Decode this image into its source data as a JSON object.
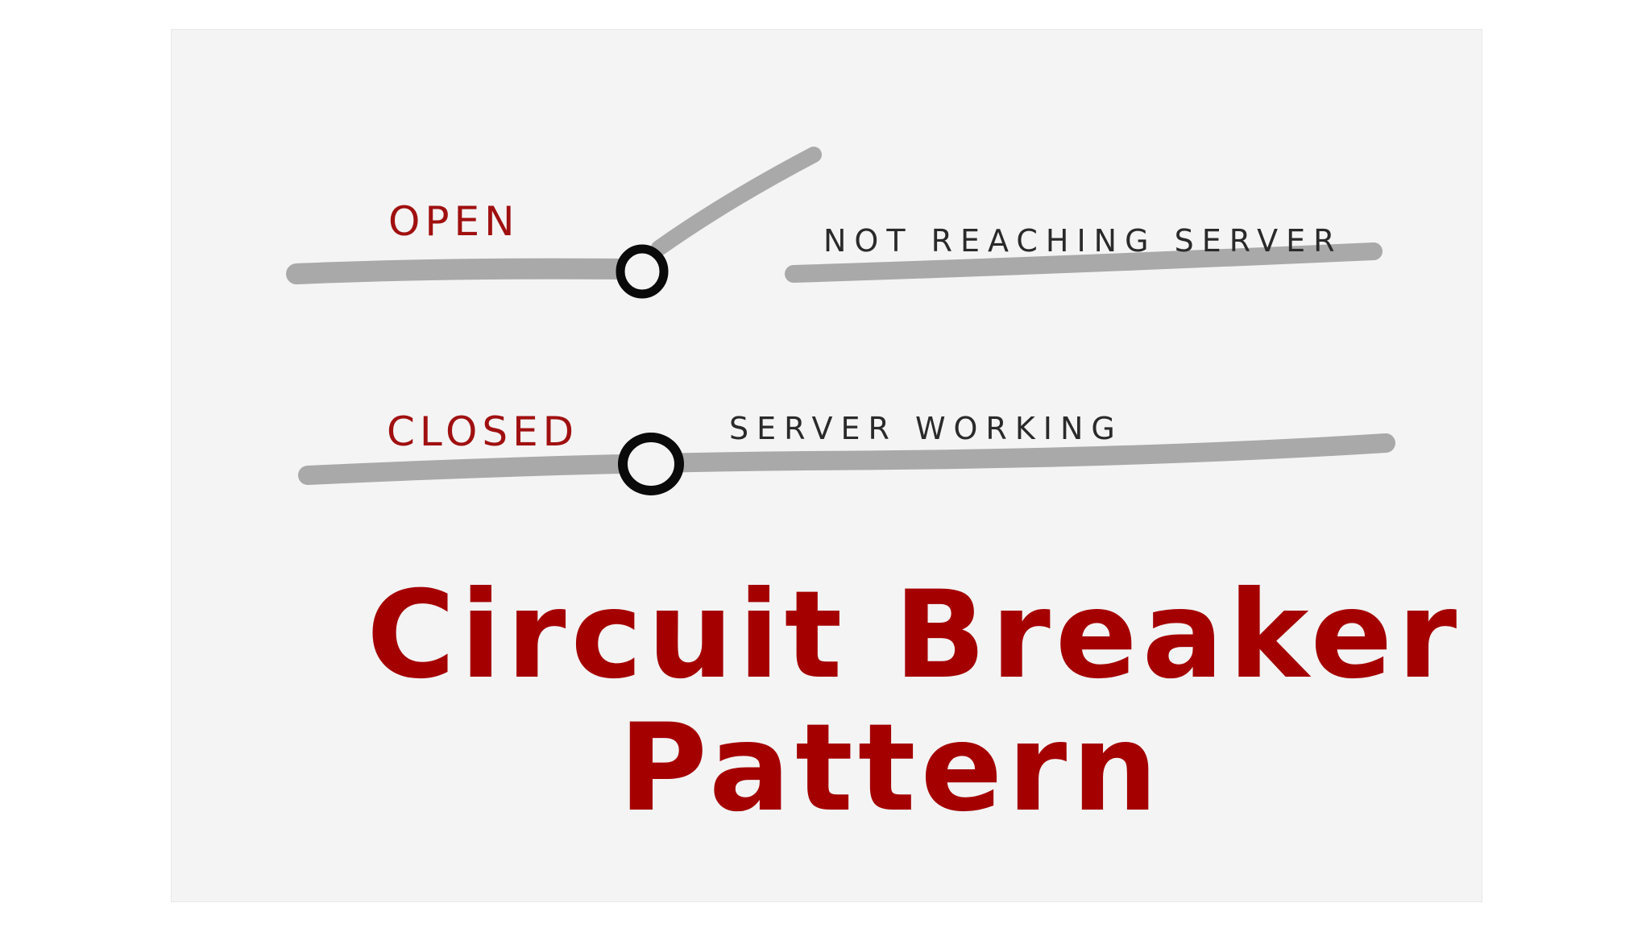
{
  "diagram": {
    "open_label": "OPEN",
    "open_desc": "NOT REACHING SERVER",
    "closed_label": "CLOSED",
    "closed_desc": "SERVER WORKING",
    "title_line1": "Circuit Breaker",
    "title_line2": "Pattern"
  },
  "colors": {
    "wire": "#a9a9a9",
    "node": "#0a0a0a",
    "label_red": "#a01010",
    "title_red": "#a50000",
    "text_dark": "#2a2a2a",
    "canvas": "#f4f4f4"
  }
}
